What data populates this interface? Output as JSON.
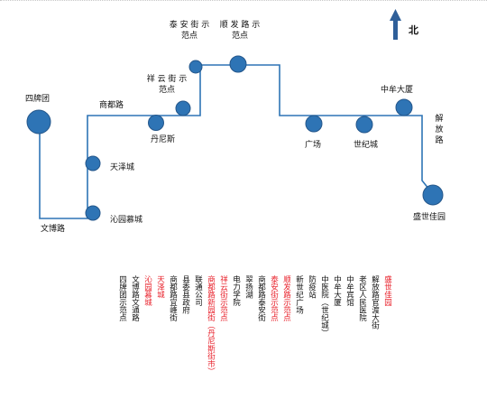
{
  "map": {
    "compass": {
      "label": "北"
    },
    "colors": {
      "route": "#2e74b5",
      "stop_fill": "#2e74b5",
      "stop_stroke": "#24568a",
      "highlight": "#e8202a",
      "arrow": "#2f5f99"
    },
    "stop_labels": {
      "sipaituan": "四牌团",
      "wenbo_lu": "文博路",
      "qinyuan_mucheng": "沁园慕城",
      "tianze_cheng": "天泽城",
      "shangdu_lu": "商都路",
      "danisi": "丹尼斯",
      "xiangyun_jie": "祥 云 街 示范点",
      "taian_jie": "泰 安 街 示范点",
      "shunfa_lu": "顺 发 路 示范点",
      "guangchang": "广场",
      "shiji_cheng": "世纪城",
      "zhongyuan_dasha": "中牟大厦",
      "jiefang_lu": "解 放 路",
      "shengshi_jiayuan": "盛世佳园"
    },
    "stop_list": [
      {
        "text": "盛世佳园",
        "highlight": true
      },
      {
        "text": "解放路官渡大街",
        "highlight": false
      },
      {
        "text": "老区人民医院",
        "highlight": false
      },
      {
        "text": "中牟宾馆",
        "highlight": false
      },
      {
        "text": "中牟大厦",
        "highlight": false
      },
      {
        "text": "中医院（世纪城）",
        "highlight": false
      },
      {
        "text": "防疫站",
        "highlight": false
      },
      {
        "text": "新世纪广场",
        "highlight": false
      },
      {
        "text": "顺发路示范点",
        "highlight": true
      },
      {
        "text": "泰安街示范点",
        "highlight": true
      },
      {
        "text": "商都路泰安街",
        "highlight": false
      },
      {
        "text": "翠扬湖",
        "highlight": false
      },
      {
        "text": "电力学院",
        "highlight": false
      },
      {
        "text": "祥云街示范点",
        "highlight": true
      },
      {
        "text": "商都路新园街（丹尼斯街市）",
        "highlight": true
      },
      {
        "text": "联通公司",
        "highlight": false
      },
      {
        "text": "县委县政府",
        "highlight": false
      },
      {
        "text": "商都路宜峰街",
        "highlight": false
      },
      {
        "text": "天泽城",
        "highlight": true
      },
      {
        "text": "沁园慕城",
        "highlight": true
      },
      {
        "text": "文博路文通路",
        "highlight": false
      },
      {
        "text": "四牌团示范点",
        "highlight": false
      }
    ]
  }
}
